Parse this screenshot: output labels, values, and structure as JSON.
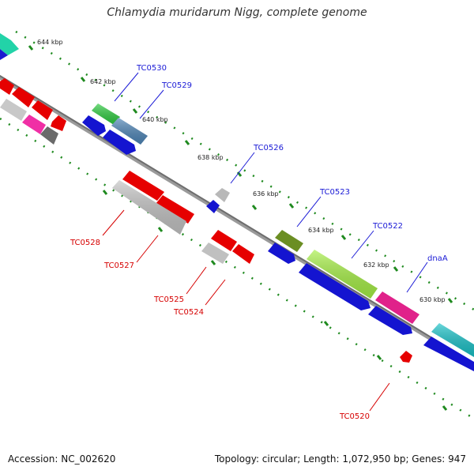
{
  "title": "Chlamydia muridarum Nigg, complete genome",
  "footer": {
    "accession": "Accession: NC_002620",
    "summary": "Topology: circular; Length: 1,072,950 bp; Genes: 947"
  },
  "colors": {
    "backbone": "#808080",
    "forward_label": "#1a1ad6",
    "reverse_label": "#d60000",
    "tick": "#1f8a1f"
  },
  "ticks": [
    {
      "text": "644 kbp"
    },
    {
      "text": "642 kbp"
    },
    {
      "text": "640 kbp"
    },
    {
      "text": "638 kbp"
    },
    {
      "text": "636 kbp"
    },
    {
      "text": "634 kbp"
    },
    {
      "text": "632 kbp"
    },
    {
      "text": "630 kbp"
    }
  ],
  "gene_labels": {
    "forward": [
      "TC0530",
      "TC0529",
      "TC0526",
      "TC0523",
      "TC0522",
      "dnaA"
    ],
    "reverse": [
      "TC0528",
      "TC0527",
      "TC0525",
      "TC0524",
      "TC0520"
    ]
  }
}
